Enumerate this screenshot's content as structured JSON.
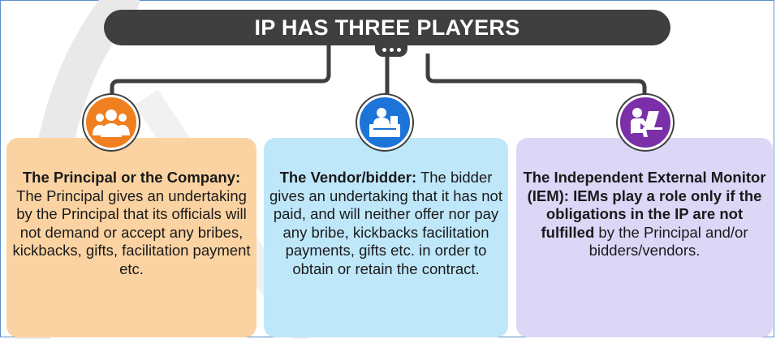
{
  "title": "IP HAS THREE PLAYERS",
  "colors": {
    "title_bar": "#3f3f3f",
    "orange_accent": "#f07f1f",
    "orange_card": "#fbd3a2",
    "blue_accent": "#1c74d8",
    "blue_card": "#bfe7fa",
    "purple_accent": "#7b2fa8",
    "purple_card": "#dcd6f7"
  },
  "players": [
    {
      "icon": "group-people-icon",
      "heading": "The Principal or the Company:",
      "body": " The Principal gives an undertaking by the Principal that its officials will not demand or accept any bribes, kickbacks, gifts, facilitation payment etc."
    },
    {
      "icon": "vendor-counter-icon",
      "heading": "The Vendor/bidder:",
      "body": " The bidder gives an undertaking that it has not paid, and will neither offer nor pay any bribe, kickbacks facilitation payments, gifts etc. in order to obtain or retain the contract."
    },
    {
      "icon": "person-at-laptop-icon",
      "heading": "The Independent External Monitor (IEM):",
      "emphasis": " IEMs play a role only if the obligations in the IP are not fulfilled",
      "body": " by the Principal and/or bidders/vendors."
    }
  ]
}
